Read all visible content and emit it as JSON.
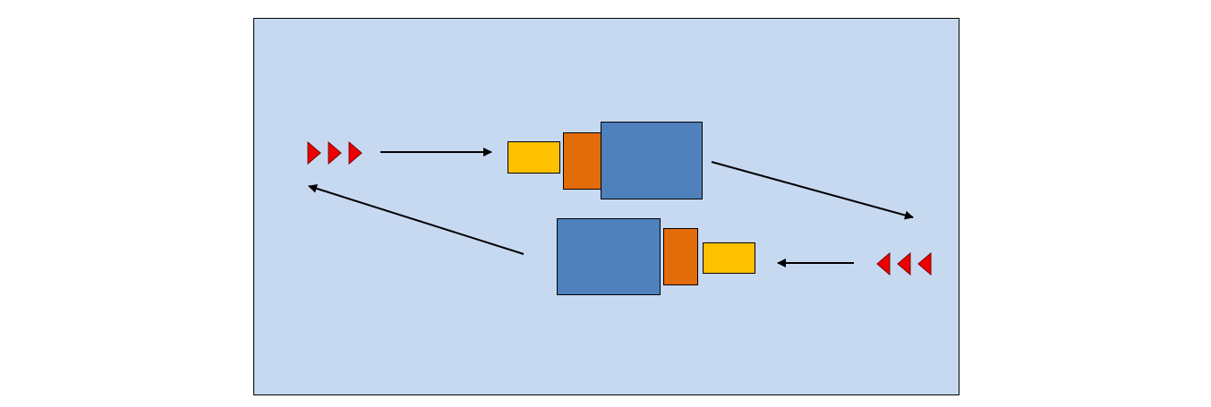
{
  "diagram": {
    "background_color": "#c7d9f0",
    "frame_color": "#000000",
    "arrow_color": "#000000",
    "marker_color": "#ee0000",
    "colors": {
      "yellow_block": "#ffc000",
      "orange_block": "#e36c0a",
      "blue_block": "#4f81bd"
    },
    "flows": [
      {
        "id": "top",
        "direction": "rightward",
        "marker_count": 3,
        "blocks": [
          "yellow_block",
          "orange_block",
          "blue_block"
        ]
      },
      {
        "id": "bottom",
        "direction": "leftward",
        "marker_count": 3,
        "blocks": [
          "blue_block",
          "orange_block",
          "yellow_block"
        ]
      }
    ]
  }
}
